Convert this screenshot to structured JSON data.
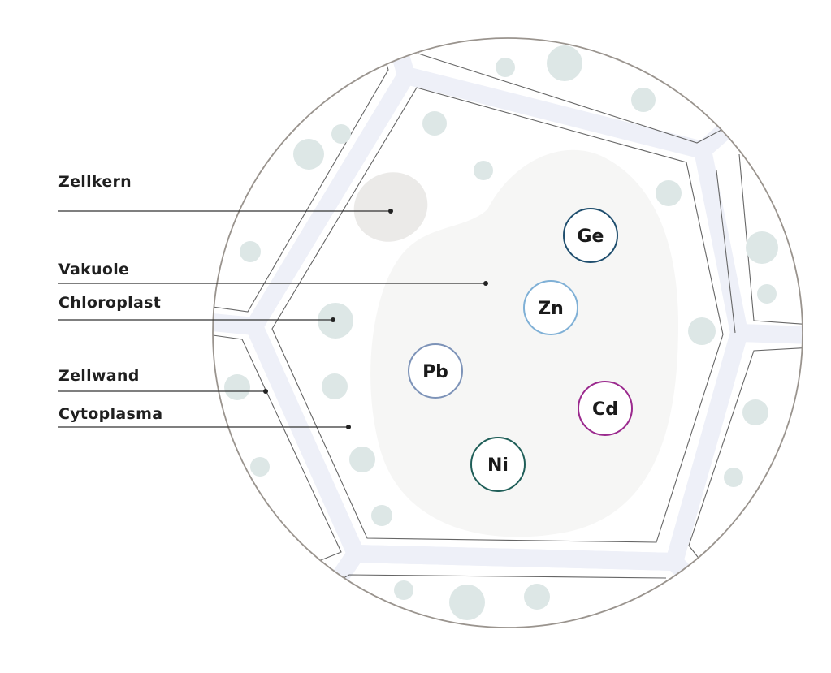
{
  "labels": {
    "nucleus": "Zellkern",
    "vacuole": "Vakuole",
    "chloroplast": "Chloroplast",
    "cell_wall": "Zellwand",
    "cytoplasm": "Cytoplasma"
  },
  "elements": {
    "ge": {
      "symbol": "Ge",
      "color": "#1f4e6e"
    },
    "zn": {
      "symbol": "Zn",
      "color": "#7fb0d6"
    },
    "pb": {
      "symbol": "Pb",
      "color": "#7d93b8"
    },
    "cd": {
      "symbol": "Cd",
      "color": "#9b2a8e"
    },
    "ni": {
      "symbol": "Ni",
      "color": "#1f5e58"
    }
  },
  "colors": {
    "circle_outline": "#9a948e",
    "wall_fill": "#eef0f8",
    "wall_line": "#555555",
    "chloroplast": "#dde7e6",
    "nucleus": "#ebeae8",
    "vacuole": "#f6f6f5"
  }
}
